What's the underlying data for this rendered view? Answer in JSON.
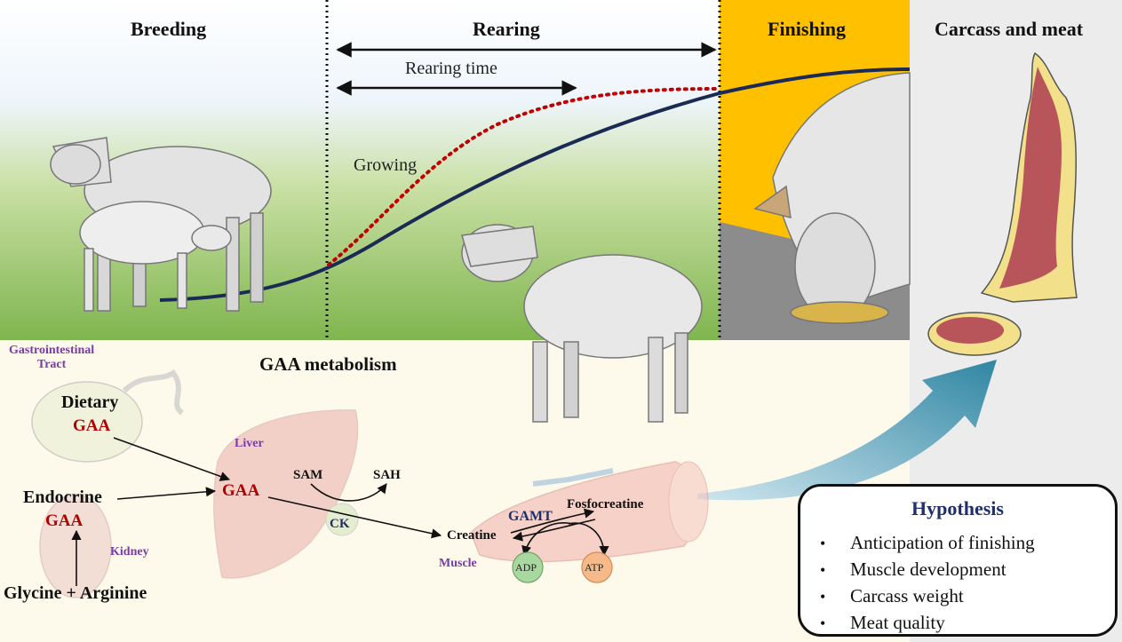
{
  "stages": {
    "breeding": "Breeding",
    "rearing": "Rearing",
    "finishing": "Finishing",
    "carcass": "Carcass and meat"
  },
  "timeline": {
    "rearing_time": "Rearing time",
    "growing": "Growing"
  },
  "metabolism": {
    "title": "GAA metabolism",
    "gi_tract": "Gastrointestinal\nTract",
    "dietary": "Dietary",
    "dietary_gaa": "GAA",
    "endocrine": "Endocrine",
    "endocrine_gaa": "GAA",
    "kidney": "Kidney",
    "precursors": "Glycine + Arginine",
    "liver": "Liver",
    "liver_gaa": "GAA",
    "sam": "SAM",
    "sah": "SAH",
    "ck": "CK",
    "gamt": "GAMT",
    "fosfocreatine": "Fosfocreatine",
    "creatine": "Creatine",
    "muscle": "Muscle",
    "adp": "ADP",
    "atp": "ATP"
  },
  "hypothesis": {
    "title": "Hypothesis",
    "items": [
      "Anticipation of finishing",
      "Muscle development",
      "Carcass weight",
      "Meat quality"
    ]
  },
  "colors": {
    "growth_curve": "#1b2a55",
    "growing_curve": "#c00000",
    "finishing_bg": "#ffc000",
    "carcass_bg": "#ececec",
    "metabolism_bg": "#fdfaec",
    "arrow_big": "#3a8fa8",
    "gaa_red": "#b00000",
    "organ_purple": "#7a3aa8",
    "adp_fill": "#a9d7a0",
    "atp_fill": "#f6b98a"
  }
}
